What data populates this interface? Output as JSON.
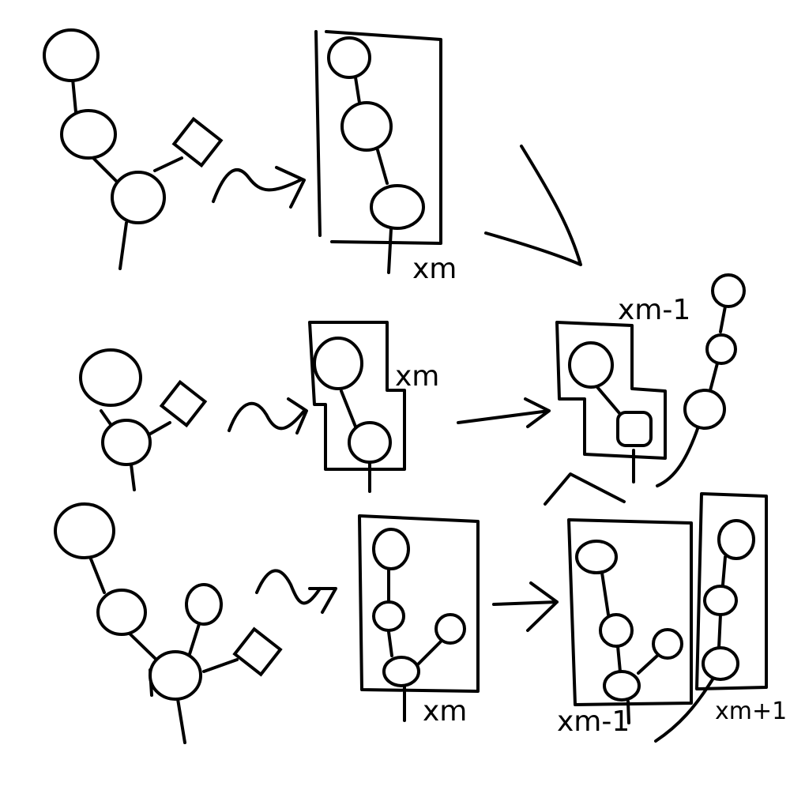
{
  "labels": {
    "row1_mult": "xm",
    "row2_mult": "xm",
    "row2_result_mult": "xm-1",
    "row3_mult": "xm",
    "row3_result_left": "xm-1",
    "row3_result_right": "xm+1"
  },
  "colors": {
    "ink": "#000000",
    "paper": "#ffffff"
  }
}
